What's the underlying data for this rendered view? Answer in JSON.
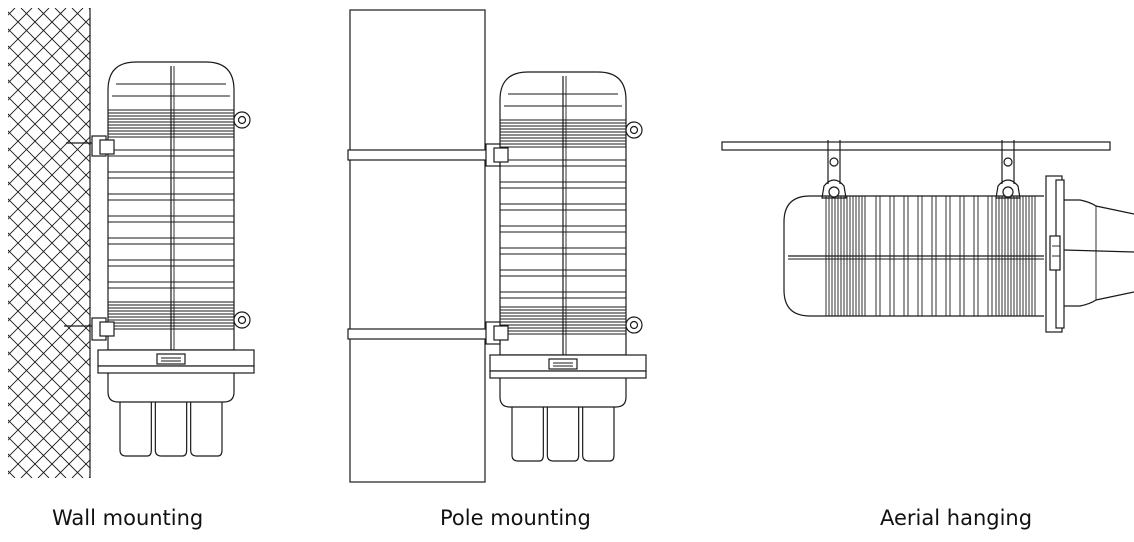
{
  "captions": {
    "wall": "Wall mounting",
    "pole": "Pole mounting",
    "aerial": "Aerial hanging"
  },
  "colors": {
    "line": "#1a1a1a",
    "background": "#ffffff"
  },
  "figures": [
    {
      "id": "wall",
      "name": "wall-mounting-figure"
    },
    {
      "id": "pole",
      "name": "pole-mounting-figure"
    },
    {
      "id": "aerial",
      "name": "aerial-hanging-figure"
    }
  ]
}
